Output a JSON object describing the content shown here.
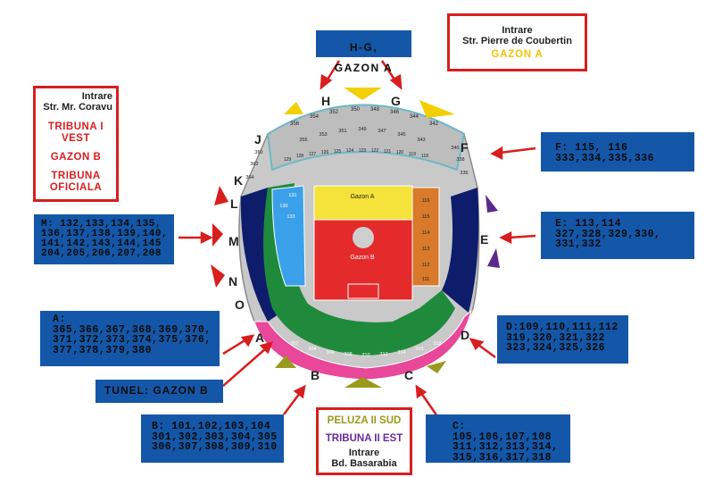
{
  "colors": {
    "blue_box": "#1457a8",
    "red": "#d81e1e",
    "yellow": "#f2c300",
    "olive": "#9a9a1a",
    "purple": "#6a2a9a",
    "grey": "#c4c4c4",
    "pink": "#e8479a",
    "orange": "#d87a2a",
    "green": "#1f8a3c",
    "navy": "#0e1d6b",
    "lightblue": "#3aa0ea",
    "field_red": "#e42a2a",
    "field_yellow": "#f5e23a"
  },
  "hg_box": {
    "line1": "H-G,",
    "line2": "GAZON A"
  },
  "entry_top_right": {
    "title": "Intrare",
    "street": "Str. Pierre de Coubertin",
    "zone": "GAZON A"
  },
  "entry_left": {
    "title": "Intrare",
    "street": "Str. Mr. Coravu",
    "zones": [
      "TRIBUNA I",
      "VEST",
      "GAZON B",
      "TRIBUNA",
      "OFICIALA"
    ]
  },
  "entry_bottom": {
    "zone1": "PELUZA II SUD",
    "zone2": "TRIBUNA II EST",
    "title": "Intrare",
    "street": "Bd. Basarabia"
  },
  "sectors": {
    "F": "F: 115, 116\n333,334,335,336",
    "E": "E: 113,114\n327,328,329,330,\n331,332",
    "M": "M: 132,133,134,135,\n136,137,138,139,140,\n141,142,143,144,145\n204,205,206,207,208",
    "A": "A:\n365,366,367,368,369,370,\n371,372,373,374,375,376,\n377,378,379,380",
    "D": "D:109,110,111,112\n319,320,321,322\n323,324,325,326",
    "tunel": "TUNEL: GAZON B",
    "B": "B: 101,102,103,104\n301,302,303,304,305\n306,307,308,309,310",
    "C": "C: 105,106,107,108\n311,312,313,314,\n315,316,317,318"
  },
  "gate_letters": {
    "H": "H",
    "G": "G",
    "J": "J",
    "F": "F",
    "K": "K",
    "L": "L",
    "M": "M",
    "E": "E",
    "N": "N",
    "O": "O",
    "A": "A",
    "D": "D",
    "B": "B",
    "C": "C"
  },
  "field_labels": {
    "gazon_a": "Gazon A",
    "gazon_b": "Gazon B"
  },
  "seat_numbers": {
    "top_outer": [
      "356",
      "354",
      "352",
      "350",
      "348",
      "346",
      "344",
      "342"
    ],
    "top_inner": [
      "355",
      "353",
      "351",
      "349",
      "347",
      "345",
      "343"
    ],
    "top_lower": [
      "129",
      "128",
      "127",
      "126",
      "125",
      "124",
      "123",
      "122",
      "121",
      "120",
      "119",
      "118"
    ],
    "right_orange": [
      "116",
      "115",
      "114",
      "113",
      "112",
      "111"
    ],
    "bottom_pink": [
      "302",
      "304",
      "306",
      "308",
      "310",
      "312",
      "314",
      "316",
      "318"
    ],
    "corner_left": [
      "360",
      "362",
      "364"
    ],
    "corner_right": [
      "336",
      "338",
      "340"
    ],
    "left_blue": [
      "131",
      "130",
      "133"
    ]
  }
}
